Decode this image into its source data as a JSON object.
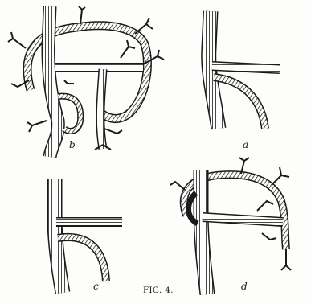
{
  "figure": {
    "caption": "FIG. 4.",
    "panel_labels": {
      "a": "a",
      "b": "b",
      "c": "c",
      "d": "d"
    }
  },
  "colors": {
    "ink": "#1a1a1a",
    "paper": "#fdfdfb"
  }
}
